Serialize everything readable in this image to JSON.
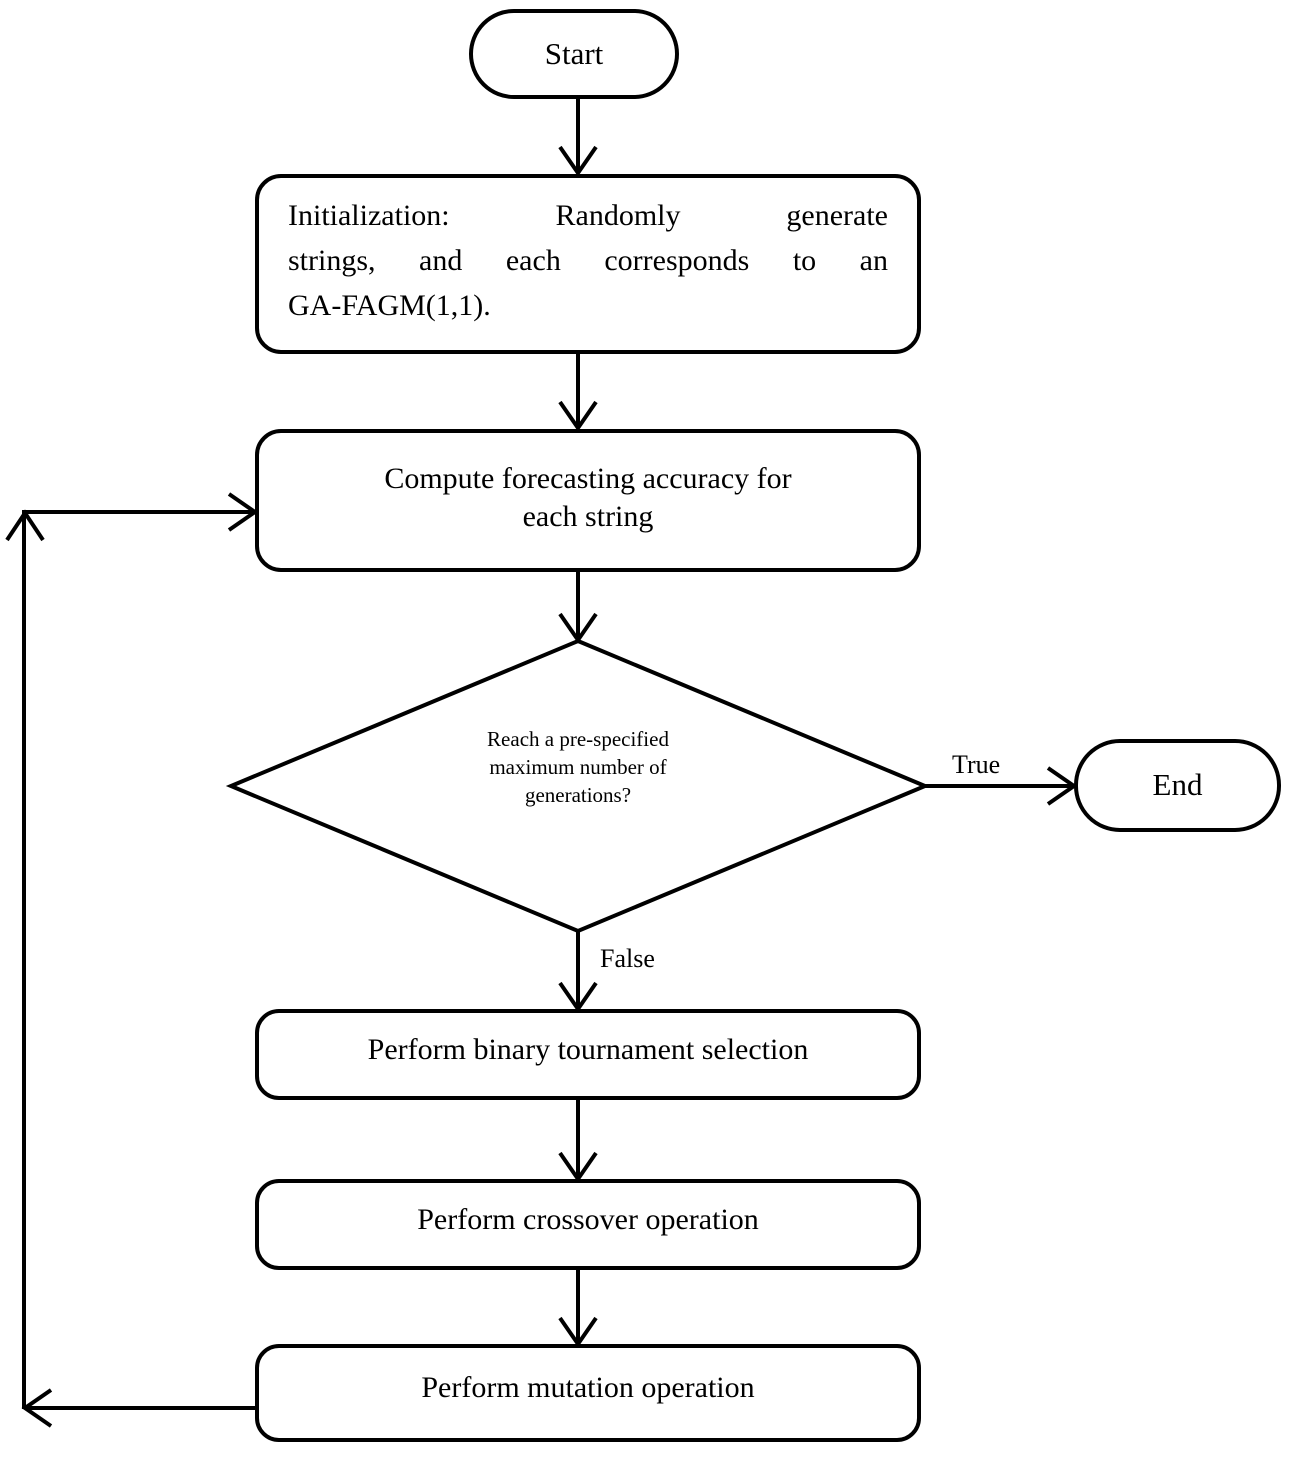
{
  "diagram": {
    "type": "flowchart",
    "title": "GA-FAGM(1,1) genetic algorithm flowchart",
    "colors": {
      "stroke": "#000000",
      "fill": "#ffffff",
      "text": "#000000"
    },
    "nodes": {
      "start": {
        "id": "start",
        "shape": "terminator",
        "label": "Start"
      },
      "initialization": {
        "id": "initialization",
        "shape": "process",
        "label": "Initialization: Randomly generate strings, and each corresponds to an GA-FAGM(1,1).",
        "lines": [
          "Initialization: Randomly generate",
          "strings, and each corresponds to an",
          "GA-FAGM(1,1)."
        ]
      },
      "compute": {
        "id": "compute",
        "shape": "process",
        "label": "Compute forecasting accuracy for each string",
        "lines": [
          "Compute forecasting accuracy for",
          "each string"
        ]
      },
      "decision": {
        "id": "decision",
        "shape": "decision",
        "label": "Reach a pre-specified maximum number of generations?",
        "lines": [
          "Reach a pre-specified",
          "maximum number of",
          "generations?"
        ]
      },
      "end": {
        "id": "end",
        "shape": "terminator",
        "label": "End"
      },
      "selection": {
        "id": "selection",
        "shape": "process",
        "label": "Perform binary tournament selection"
      },
      "crossover": {
        "id": "crossover",
        "shape": "process",
        "label": "Perform crossover operation"
      },
      "mutation": {
        "id": "mutation",
        "shape": "process",
        "label": "Perform mutation operation"
      }
    },
    "edges": [
      {
        "id": "start-to-initialization",
        "from": "start",
        "to": "initialization",
        "label": ""
      },
      {
        "id": "initialization-to-compute",
        "from": "initialization",
        "to": "compute",
        "label": ""
      },
      {
        "id": "compute-to-decision",
        "from": "compute",
        "to": "decision",
        "label": ""
      },
      {
        "id": "decision-to-end",
        "from": "decision",
        "to": "end",
        "label": "True"
      },
      {
        "id": "decision-to-selection",
        "from": "decision",
        "to": "selection",
        "label": "False"
      },
      {
        "id": "selection-to-crossover",
        "from": "selection",
        "to": "crossover",
        "label": ""
      },
      {
        "id": "crossover-to-mutation",
        "from": "crossover",
        "to": "mutation",
        "label": ""
      },
      {
        "id": "mutation-to-compute",
        "from": "mutation",
        "to": "compute",
        "label": ""
      }
    ],
    "edge_labels": {
      "true": "True",
      "false": "False"
    }
  }
}
